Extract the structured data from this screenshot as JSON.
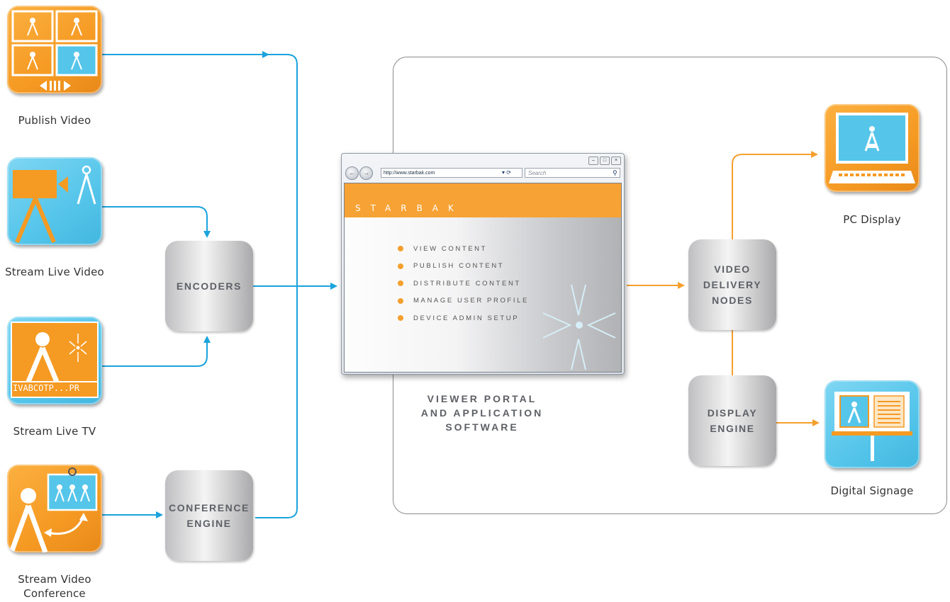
{
  "sources": [
    {
      "label": "Publish Video",
      "icon": "publish-video-icon",
      "color": "orange"
    },
    {
      "label": "Stream Live Video",
      "icon": "camera-icon",
      "color": "blue"
    },
    {
      "label": "Stream Live TV",
      "icon": "tv-icon",
      "color": "blue",
      "ticker": "IVABCOTP...PR"
    },
    {
      "label": "Stream Video\nConference",
      "icon": "conference-icon",
      "color": "orange"
    }
  ],
  "engines": {
    "encoders": "ENCODERS",
    "conference": "CONFERENCE\nENGINE",
    "delivery": "VIDEO\nDELIVERY\nNODES",
    "display": "DISPLAY\nENGINE"
  },
  "browser": {
    "url": "http://www.starbak.com",
    "search_placeholder": "Search",
    "brand": "STARBAK",
    "menu": [
      "VIEW CONTENT",
      "PUBLISH CONTENT",
      "DISTRIBUTE CONTENT",
      "MANAGE USER PROFILE",
      "DEVICE ADMIN SETUP"
    ]
  },
  "portal_caption": "VIEWER PORTAL\nAND APPLICATION\nSOFTWARE",
  "outputs": [
    {
      "label": "PC Display",
      "icon": "pc-display-icon",
      "color": "orange"
    },
    {
      "label": "Digital Signage",
      "icon": "digital-signage-icon",
      "color": "blue"
    }
  ],
  "colors": {
    "blue_wire": "#1aa3dc",
    "orange_wire": "#f5a02e",
    "tile_orange": "#f59a23",
    "tile_blue": "#55c5ea"
  }
}
